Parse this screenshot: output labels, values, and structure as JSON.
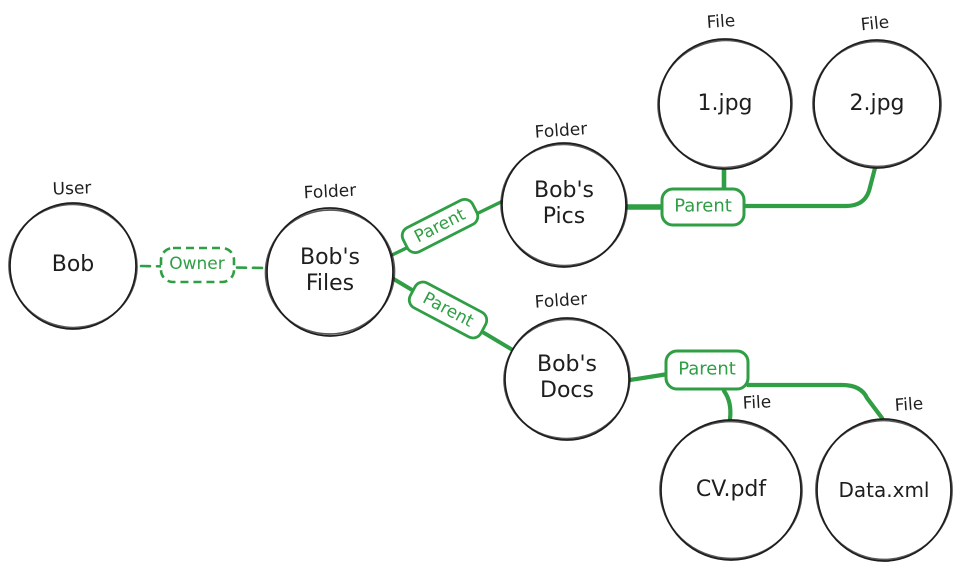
{
  "diagram": {
    "background": "#ffffff",
    "node_stroke_color": "#1e1e1e",
    "text_color": "#1e1e1e",
    "edge_color": "#2f9e44",
    "nodes": [
      {
        "id": "bob",
        "type_label": "User",
        "label": "Bob"
      },
      {
        "id": "bobs_files",
        "type_label": "Folder",
        "label": "Bob's\nFiles"
      },
      {
        "id": "bobs_pics",
        "type_label": "Folder",
        "label": "Bob's\nPics"
      },
      {
        "id": "file_1_jpg",
        "type_label": "File",
        "label": "1.jpg"
      },
      {
        "id": "file_2_jpg",
        "type_label": "File",
        "label": "2.jpg"
      },
      {
        "id": "bobs_docs",
        "type_label": "Folder",
        "label": "Bob's\nDocs"
      },
      {
        "id": "file_cv_pdf",
        "type_label": "File",
        "label": "CV.pdf"
      },
      {
        "id": "file_data_xml",
        "type_label": "File",
        "label": "Data.xml"
      }
    ],
    "edges": [
      {
        "label": "Owner",
        "from": "bob",
        "to": [
          "bobs_files"
        ],
        "style": "dashed"
      },
      {
        "label": "Parent",
        "from": "bobs_files",
        "to": [
          "bobs_pics"
        ],
        "style": "solid"
      },
      {
        "label": "Parent",
        "from": "bobs_files",
        "to": [
          "bobs_docs"
        ],
        "style": "solid"
      },
      {
        "label": "Parent",
        "from": "bobs_pics",
        "to": [
          "file_1_jpg",
          "file_2_jpg"
        ],
        "style": "solid"
      },
      {
        "label": "Parent",
        "from": "bobs_docs",
        "to": [
          "file_cv_pdf",
          "file_data_xml"
        ],
        "style": "solid"
      }
    ]
  }
}
